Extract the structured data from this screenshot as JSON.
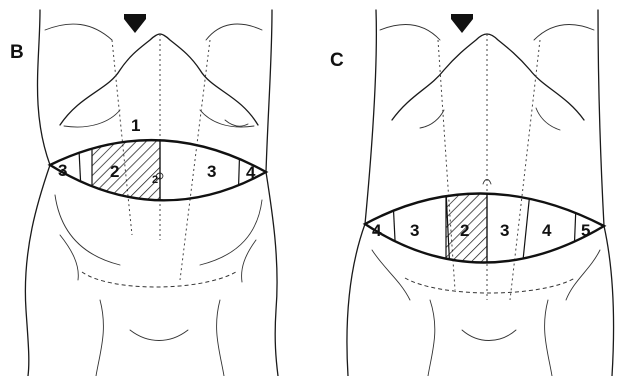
{
  "panels": [
    {
      "label": "B",
      "zones": [
        "1",
        "2",
        "3",
        "4",
        "3",
        "2"
      ]
    },
    {
      "label": "C",
      "zones": [
        "4",
        "3",
        "2",
        "3",
        "4",
        "5"
      ]
    }
  ],
  "colors": {
    "ink": "#111111",
    "background": "#ffffff"
  },
  "icons": [
    "down-arrow-icon",
    "down-arrow-icon"
  ]
}
